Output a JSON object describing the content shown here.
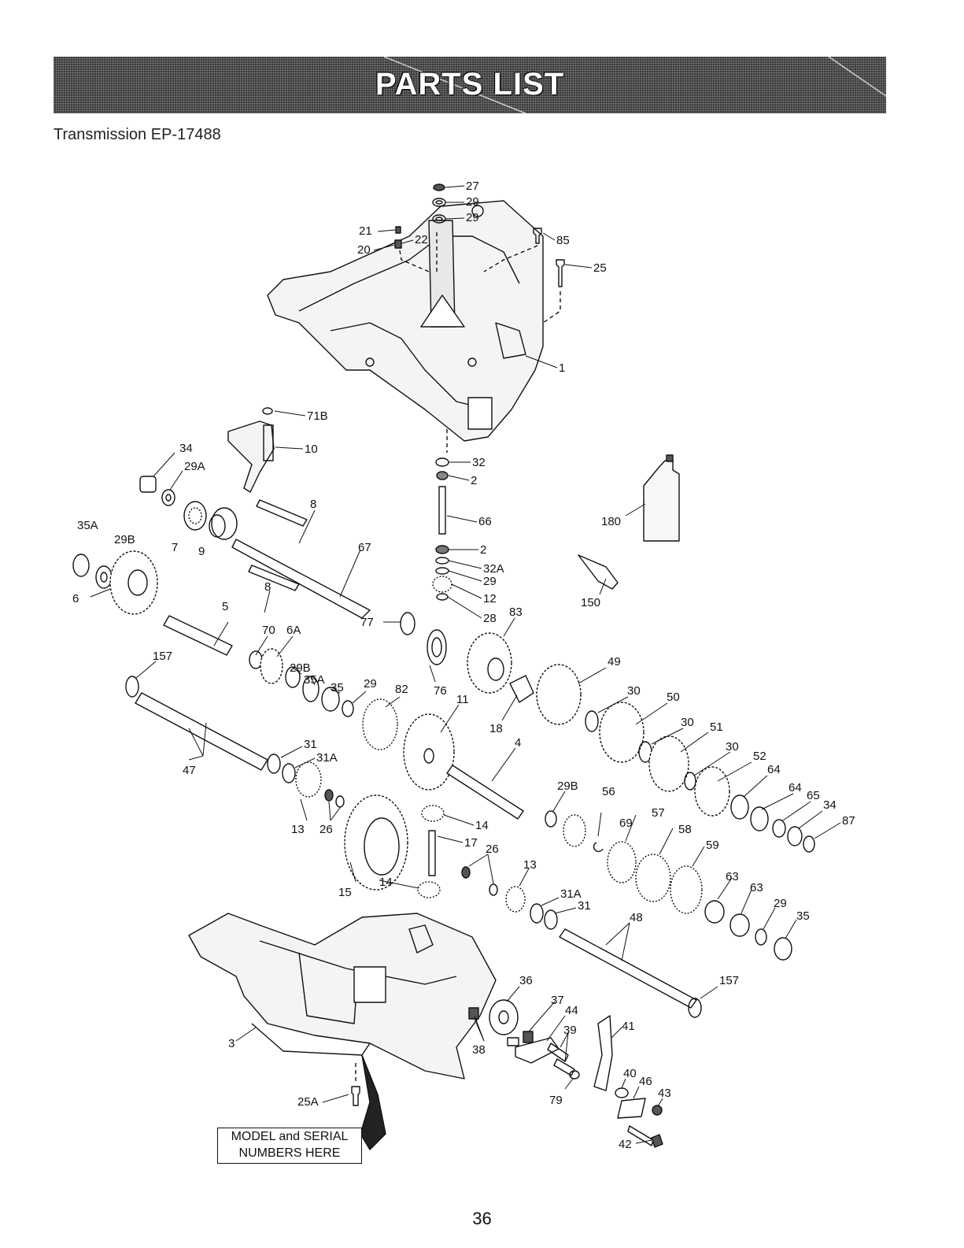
{
  "header": {
    "banner_title": "PARTS LIST",
    "subtitle": "Transmission EP-17488"
  },
  "callouts": [
    {
      "id": "c27",
      "label": "27"
    },
    {
      "id": "c29a",
      "label": "29"
    },
    {
      "id": "c29b",
      "label": "29"
    },
    {
      "id": "c21",
      "label": "21"
    },
    {
      "id": "c22",
      "label": "22"
    },
    {
      "id": "c20",
      "label": "20"
    },
    {
      "id": "c85",
      "label": "85"
    },
    {
      "id": "c25",
      "label": "25"
    },
    {
      "id": "c1",
      "label": "1"
    },
    {
      "id": "c71b",
      "label": "71B"
    },
    {
      "id": "c10",
      "label": "10"
    },
    {
      "id": "c34a",
      "label": "34"
    },
    {
      "id": "c29A",
      "label": "29A"
    },
    {
      "id": "c8a",
      "label": "8"
    },
    {
      "id": "c35A",
      "label": "35A"
    },
    {
      "id": "c29B",
      "label": "29B"
    },
    {
      "id": "c7",
      "label": "7"
    },
    {
      "id": "c9",
      "label": "9"
    },
    {
      "id": "c67",
      "label": "67"
    },
    {
      "id": "c32",
      "label": "32"
    },
    {
      "id": "c2a",
      "label": "2"
    },
    {
      "id": "c66",
      "label": "66"
    },
    {
      "id": "c2b",
      "label": "2"
    },
    {
      "id": "c32A",
      "label": "32A"
    },
    {
      "id": "c29c",
      "label": "29"
    },
    {
      "id": "c12",
      "label": "12"
    },
    {
      "id": "c28",
      "label": "28"
    },
    {
      "id": "c180",
      "label": "180"
    },
    {
      "id": "c150",
      "label": "150"
    },
    {
      "id": "c6",
      "label": "6"
    },
    {
      "id": "c5",
      "label": "5"
    },
    {
      "id": "c8b",
      "label": "8"
    },
    {
      "id": "c70",
      "label": "70"
    },
    {
      "id": "c6A",
      "label": "6A"
    },
    {
      "id": "c77",
      "label": "77"
    },
    {
      "id": "c83",
      "label": "83"
    },
    {
      "id": "c29B2",
      "label": "29B"
    },
    {
      "id": "c35A2",
      "label": "35A"
    },
    {
      "id": "c35a",
      "label": "35"
    },
    {
      "id": "c157a",
      "label": "157"
    },
    {
      "id": "c29d",
      "label": "29"
    },
    {
      "id": "c82",
      "label": "82"
    },
    {
      "id": "c76",
      "label": "76"
    },
    {
      "id": "c11",
      "label": "11"
    },
    {
      "id": "c49",
      "label": "49"
    },
    {
      "id": "c18",
      "label": "18"
    },
    {
      "id": "c30a",
      "label": "30"
    },
    {
      "id": "c50",
      "label": "50"
    },
    {
      "id": "c30b",
      "label": "30"
    },
    {
      "id": "c51",
      "label": "51"
    },
    {
      "id": "c30c",
      "label": "30"
    },
    {
      "id": "c52",
      "label": "52"
    },
    {
      "id": "c4",
      "label": "4"
    },
    {
      "id": "c31a",
      "label": "31"
    },
    {
      "id": "c31A",
      "label": "31A"
    },
    {
      "id": "c47",
      "label": "47"
    },
    {
      "id": "c64a",
      "label": "64"
    },
    {
      "id": "c64b",
      "label": "64"
    },
    {
      "id": "c65",
      "label": "65"
    },
    {
      "id": "c34b",
      "label": "34"
    },
    {
      "id": "c87",
      "label": "87"
    },
    {
      "id": "c29B3",
      "label": "29B"
    },
    {
      "id": "c56",
      "label": "56"
    },
    {
      "id": "c13a",
      "label": "13"
    },
    {
      "id": "c26a",
      "label": "26"
    },
    {
      "id": "c14a",
      "label": "14"
    },
    {
      "id": "c69",
      "label": "69"
    },
    {
      "id": "c57",
      "label": "57"
    },
    {
      "id": "c58",
      "label": "58"
    },
    {
      "id": "c17",
      "label": "17"
    },
    {
      "id": "c26b",
      "label": "26"
    },
    {
      "id": "c59",
      "label": "59"
    },
    {
      "id": "c15",
      "label": "15"
    },
    {
      "id": "c14b",
      "label": "14"
    },
    {
      "id": "c13b",
      "label": "13"
    },
    {
      "id": "c63a",
      "label": "63"
    },
    {
      "id": "c63b",
      "label": "63"
    },
    {
      "id": "c31A2",
      "label": "31A"
    },
    {
      "id": "c31b",
      "label": "31"
    },
    {
      "id": "c29e",
      "label": "29"
    },
    {
      "id": "c35b",
      "label": "35"
    },
    {
      "id": "c48",
      "label": "48"
    },
    {
      "id": "c36",
      "label": "36"
    },
    {
      "id": "c157b",
      "label": "157"
    },
    {
      "id": "c37",
      "label": "37"
    },
    {
      "id": "c44",
      "label": "44"
    },
    {
      "id": "c39",
      "label": "39"
    },
    {
      "id": "c41",
      "label": "41"
    },
    {
      "id": "c3",
      "label": "3"
    },
    {
      "id": "c38",
      "label": "38"
    },
    {
      "id": "c40",
      "label": "40"
    },
    {
      "id": "c46",
      "label": "46"
    },
    {
      "id": "c43",
      "label": "43"
    },
    {
      "id": "c79",
      "label": "79"
    },
    {
      "id": "c25A",
      "label": "25A"
    },
    {
      "id": "c42",
      "label": "42"
    }
  ],
  "model_box": {
    "line1": "MODEL and SERIAL",
    "line2": "NUMBERS HERE"
  },
  "footer": {
    "page_number": "36"
  }
}
